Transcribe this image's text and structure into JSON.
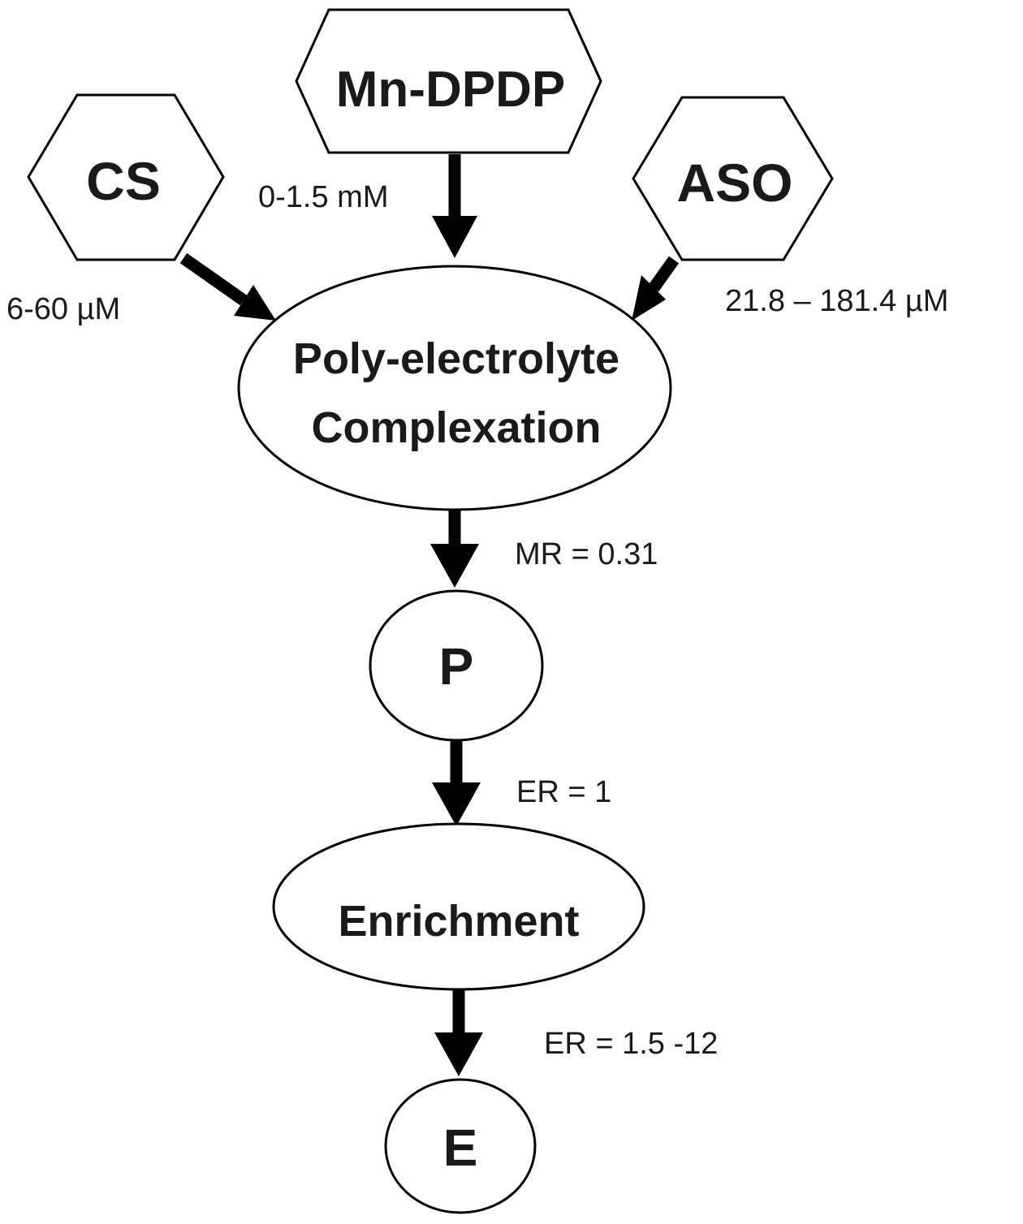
{
  "nodes": {
    "mn_dpdp": "Mn-DPDP",
    "cs": "CS",
    "aso": "ASO",
    "complexation_line1": "Poly-electrolyte",
    "complexation_line2": "Complexation",
    "p": "P",
    "enrichment": "Enrichment",
    "e": "E"
  },
  "edges": {
    "mn_dpdp_conc": "0-1.5 mM",
    "cs_conc": "6-60 µM",
    "aso_conc": "21.8 – 181.4 µM",
    "mr": "MR = 0.31",
    "er1": "ER = 1",
    "er2": "ER =  1.5 -12"
  }
}
